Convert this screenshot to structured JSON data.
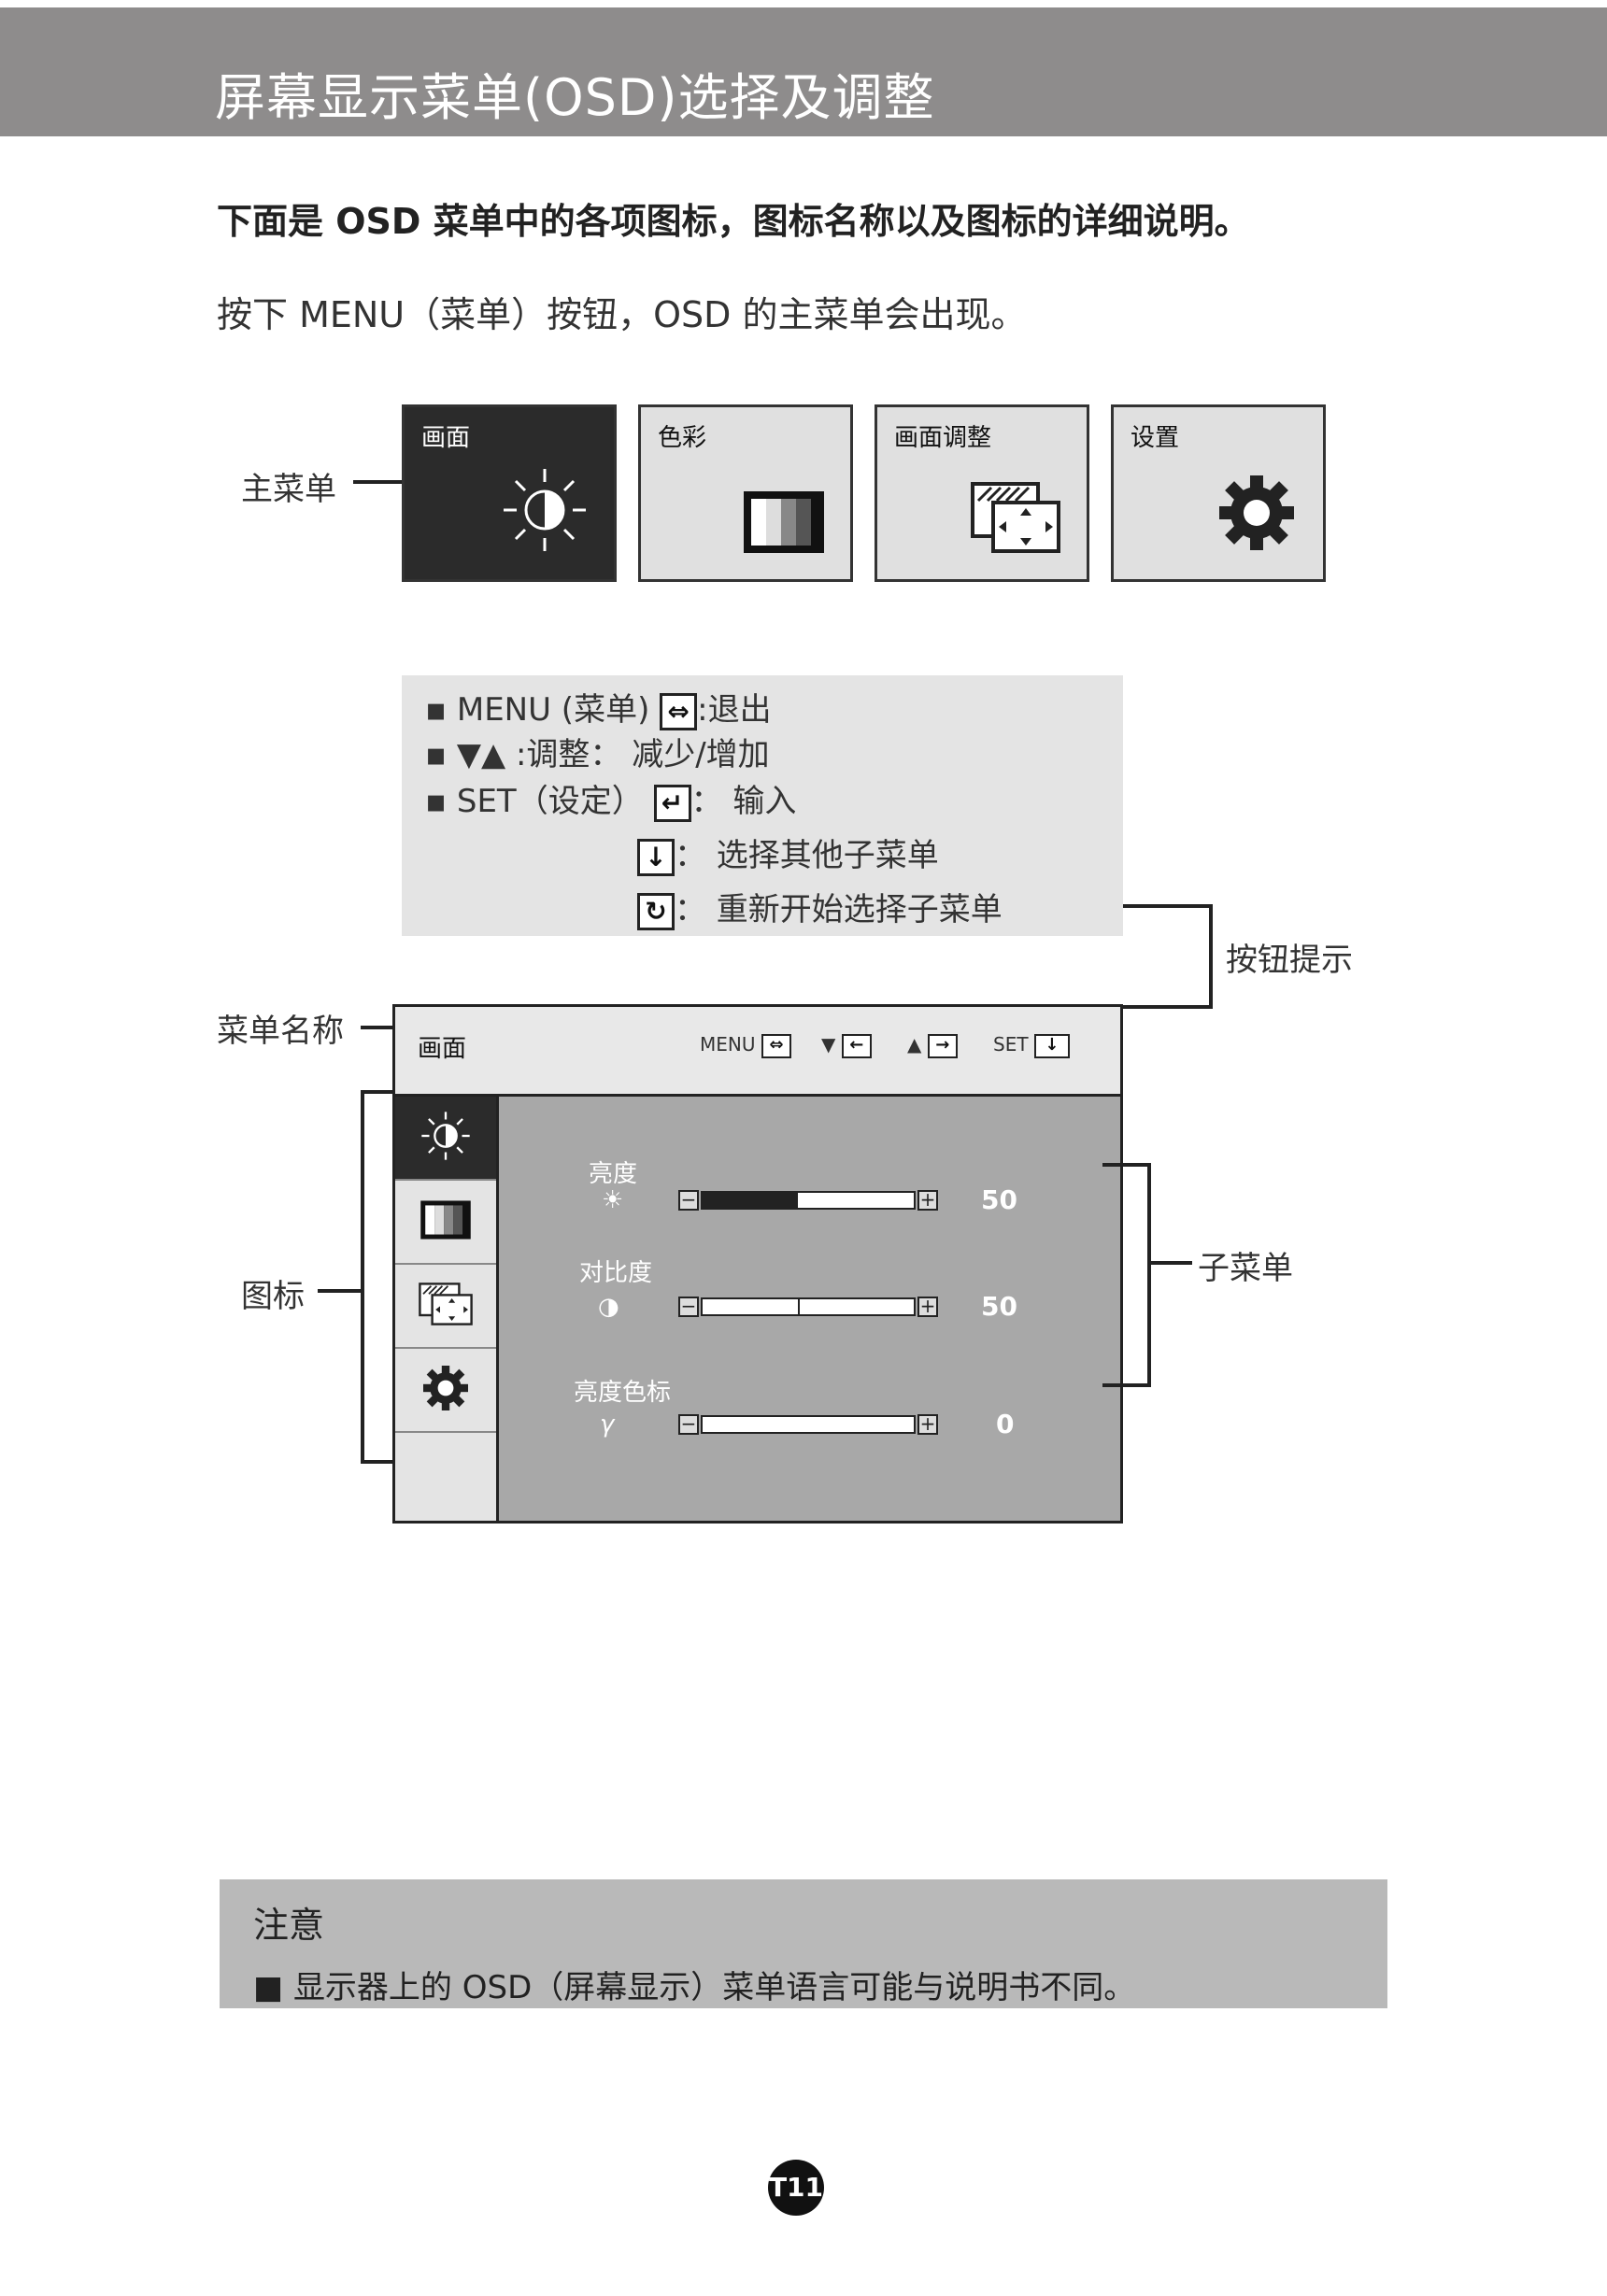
{
  "header": {
    "title": "屏幕显示菜单(OSD)选择及调整"
  },
  "intro": {
    "line1": "下面是 OSD 菜单中的各项图标，图标名称以及图标的详细说明。",
    "line2": "按下 MENU（菜单）按钮，OSD 的主菜单会出现。"
  },
  "main_menu": {
    "label": "主菜单",
    "tiles": [
      {
        "label": "画面",
        "icon": "brightness-icon"
      },
      {
        "label": "色彩",
        "icon": "color-bars-icon"
      },
      {
        "label": "画面调整",
        "icon": "screen-adjust-icon"
      },
      {
        "label": "设置",
        "icon": "gear-icon"
      }
    ]
  },
  "hints": {
    "menu_prefix": "MENU  (菜单)",
    "menu_suffix": ":退出",
    "adjust_prefix": "▼▲",
    "adjust_suffix": ":调整：  减少/增加",
    "set_prefix": "SET（设定）",
    "set_input": "：  输入",
    "select_other": "：  选择其他子菜单",
    "restart": "：  重新开始选择子菜单",
    "label": "按钮提示"
  },
  "osd": {
    "menu_name_label": "菜单名称",
    "icons_label": "图标",
    "submenu_label": "子菜单",
    "title": "画面",
    "controls": {
      "menu": "MENU",
      "down": "▼",
      "up": "▲",
      "set": "SET"
    },
    "items": [
      {
        "label": "亮度",
        "symbol": "☀",
        "value": "50",
        "fill": 0.45
      },
      {
        "label": "对比度",
        "symbol": "◑",
        "value": "50",
        "fill": 0.45
      },
      {
        "label": "亮度色标",
        "symbol": "γ",
        "value": "0",
        "fill": 0.0
      }
    ]
  },
  "note": {
    "title": "注意",
    "text": "显示器上的 OSD（屏幕显示）菜单语言可能与说明书不同。"
  },
  "page": {
    "number": "T11"
  }
}
